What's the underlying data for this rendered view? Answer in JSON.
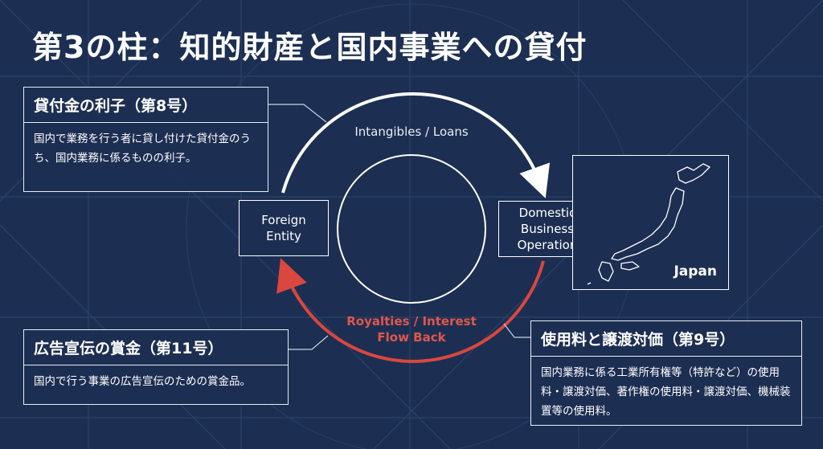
{
  "title": "第3の柱：知的財産と国内事業への貸付",
  "nodes": {
    "foreign": "Foreign\nEntity",
    "domestic": "Domestic\nBusiness\nOperation",
    "japan": "Japan"
  },
  "flows": {
    "top": "Intangibles / Loans",
    "bottom": "Royalties / Interest\nFlow Back"
  },
  "cards": {
    "interest": {
      "title": "貸付金の利子（第8号）",
      "body": "国内で業務を行う者に貸し付けた貸付金のうち、国内業務に係るものの利子。"
    },
    "advertising": {
      "title": "広告宣伝の賞金（第11号）",
      "body": "国内で行う事業の広告宣伝のための賞金品。"
    },
    "royalties": {
      "title": "使用料と譲渡対価（第9号）",
      "body": "国内業務に係る工業所有権等（特許など）の使用料・譲渡対価、著作権の使用料・譲渡対価、機械装置等の使用料。"
    }
  },
  "colors": {
    "background": "#1c2f52",
    "line": "#ffffff",
    "return_arrow": "#d9473e",
    "return_text": "#e0574c"
  }
}
